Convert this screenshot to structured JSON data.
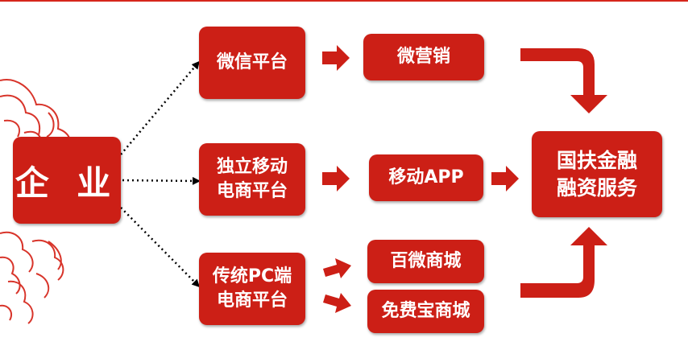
{
  "enterprise": "企 业",
  "platforms": {
    "wechat": "微信平台",
    "mobile_line1": "独立移动",
    "mobile_line2": "电商平台",
    "pc_line1": "传统PC端",
    "pc_line2": "电商平台"
  },
  "channels": {
    "weiyingxiao": "微营销",
    "mobile_app": "移动APP",
    "baiwei": "百微商城",
    "mianfeibao": "免费宝商城"
  },
  "result": {
    "line1": "国扶金融",
    "line2": "融资服务"
  },
  "colors": {
    "accent": "#cc1f16",
    "brain_outline": "#d8342a"
  }
}
